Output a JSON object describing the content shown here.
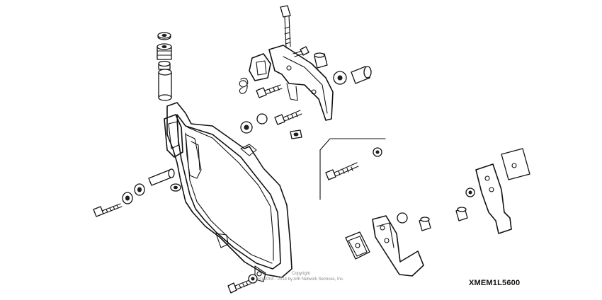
{
  "copyright": {
    "line1": "Copyright",
    "line2": "(c) 2004 - 2014 by ARI Network Services, Inc."
  },
  "diagram_code": "XMEM1L5600"
}
